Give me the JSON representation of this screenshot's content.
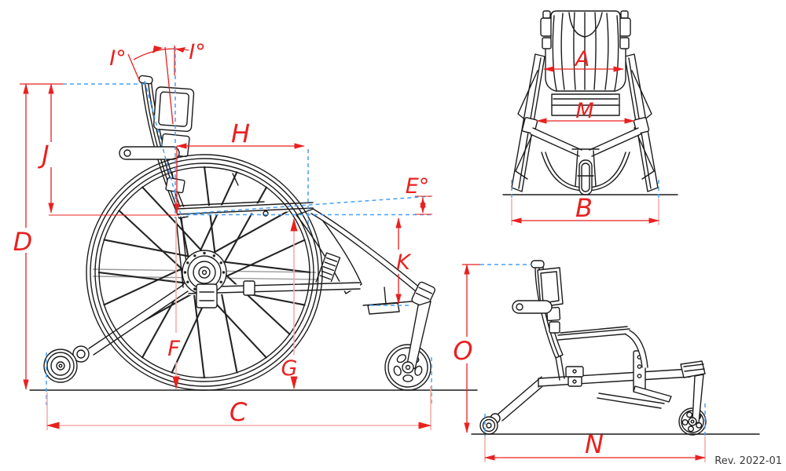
{
  "meta": {
    "revision_label": "Rev. 2022-01"
  },
  "colors": {
    "dim": "#e8211f",
    "dimLight": "#f5aeab",
    "ref": "#4b9ff0",
    "line": "#1b1b1b",
    "gray": "#9b9b9b",
    "bg": "#ffffff"
  },
  "views": {
    "side": {
      "labels": {
        "i_left": "I°",
        "i_right": "I°",
        "j": "J",
        "d": "D",
        "h": "H",
        "e": "E°",
        "k": "K",
        "f": "F",
        "g": "G",
        "c": "C"
      }
    },
    "front": {
      "labels": {
        "a": "A",
        "m": "M",
        "b": "B"
      }
    },
    "frame_side": {
      "labels": {
        "o": "O",
        "n": "N"
      }
    }
  }
}
